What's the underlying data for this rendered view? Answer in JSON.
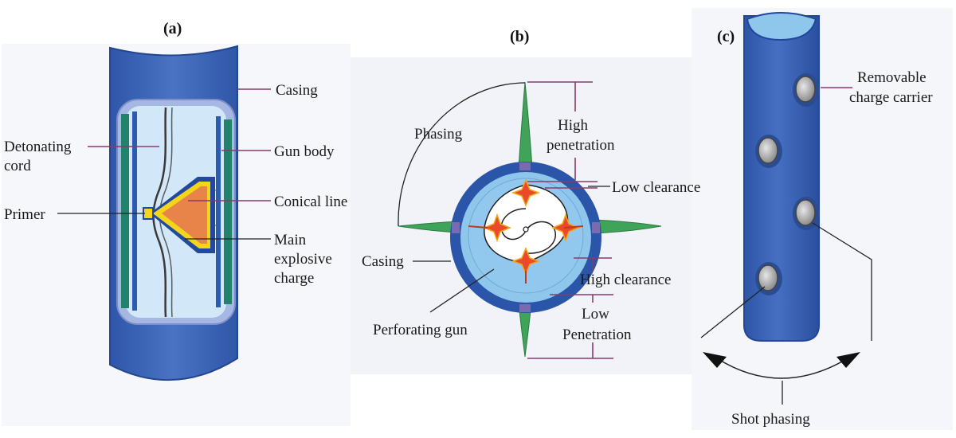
{
  "panels": {
    "a": {
      "title": "(a)",
      "labels": {
        "casing": "Casing",
        "detonating_cord_1": "Detonating",
        "detonating_cord_2": "cord",
        "gun_body": "Gun body",
        "conical_line": "Conical line",
        "primer": "Primer",
        "main_charge_1": "Main",
        "main_charge_2": "explosive",
        "main_charge_3": "charge"
      }
    },
    "b": {
      "title": "(b)",
      "labels": {
        "phasing": "Phasing",
        "high_penetration_1": "High",
        "high_penetration_2": "penetration",
        "low_clearance": "Low clearance",
        "casing": "Casing",
        "high_clearance": "High clearance",
        "low_penetration_1": "Low",
        "low_penetration_2": "Penetration",
        "perforating_gun": "Perforating gun"
      }
    },
    "c": {
      "title": "(c)",
      "labels": {
        "removable_carrier_1": "Removable",
        "removable_carrier_2": "charge carrier",
        "shot_phasing": "Shot phasing"
      }
    }
  },
  "colors": {
    "casing_blue": "#3f66b9",
    "casing_edge": "#2a4a9a",
    "inner_light": "#cfe6f7",
    "gun_body": "#9fb7e0",
    "green_band": "#1f8a6a",
    "charge_orange": "#e8844a",
    "charge_yellow": "#f3d51a",
    "jet_green": "#3fa45a",
    "bore_light": "#8fc6ec",
    "hole_grey": "#9a9a9a"
  }
}
